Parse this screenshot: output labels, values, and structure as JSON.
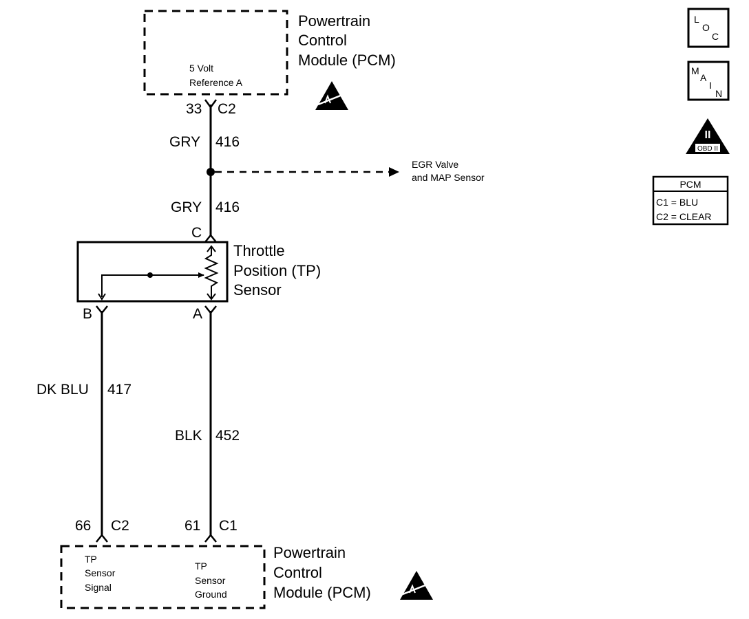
{
  "pcm_top": {
    "title": [
      "Powertrain",
      "Control",
      "Module (PCM)"
    ],
    "inner_label": [
      "5 Volt",
      "Reference A"
    ],
    "terminal": {
      "pin": "33",
      "connector": "C2"
    }
  },
  "wire_416_upper": {
    "color": "GRY",
    "circuit": "416"
  },
  "splice_branch": [
    "EGR Valve",
    "and MAP Sensor"
  ],
  "wire_416_lower": {
    "color": "GRY",
    "circuit": "416"
  },
  "tp_sensor": {
    "title": [
      "Throttle",
      "Position (TP)",
      "Sensor"
    ],
    "terminal_c": "C",
    "terminal_b": "B",
    "terminal_a": "A"
  },
  "wire_417": {
    "color": "DK BLU",
    "circuit": "417"
  },
  "wire_452": {
    "color": "BLK",
    "circuit": "452"
  },
  "pcm_bottom": {
    "terminal_signal": {
      "pin": "66",
      "connector": "C2"
    },
    "terminal_ground": {
      "pin": "61",
      "connector": "C1"
    },
    "signal_label": [
      "TP",
      "Sensor",
      "Signal"
    ],
    "ground_label": [
      "TP",
      "Sensor",
      "Ground"
    ],
    "title": [
      "Powertrain",
      "Control",
      "Module (PCM)"
    ]
  },
  "side_icons": {
    "loc": [
      "L",
      "O",
      "C"
    ],
    "main": [
      "M",
      "A",
      "I",
      "N"
    ],
    "obd": {
      "numeral": "II",
      "label": "OBD II"
    }
  },
  "pcm_legend": {
    "header": "PCM",
    "rows": [
      "C1 = BLU",
      "C2 = CLEAR"
    ]
  }
}
